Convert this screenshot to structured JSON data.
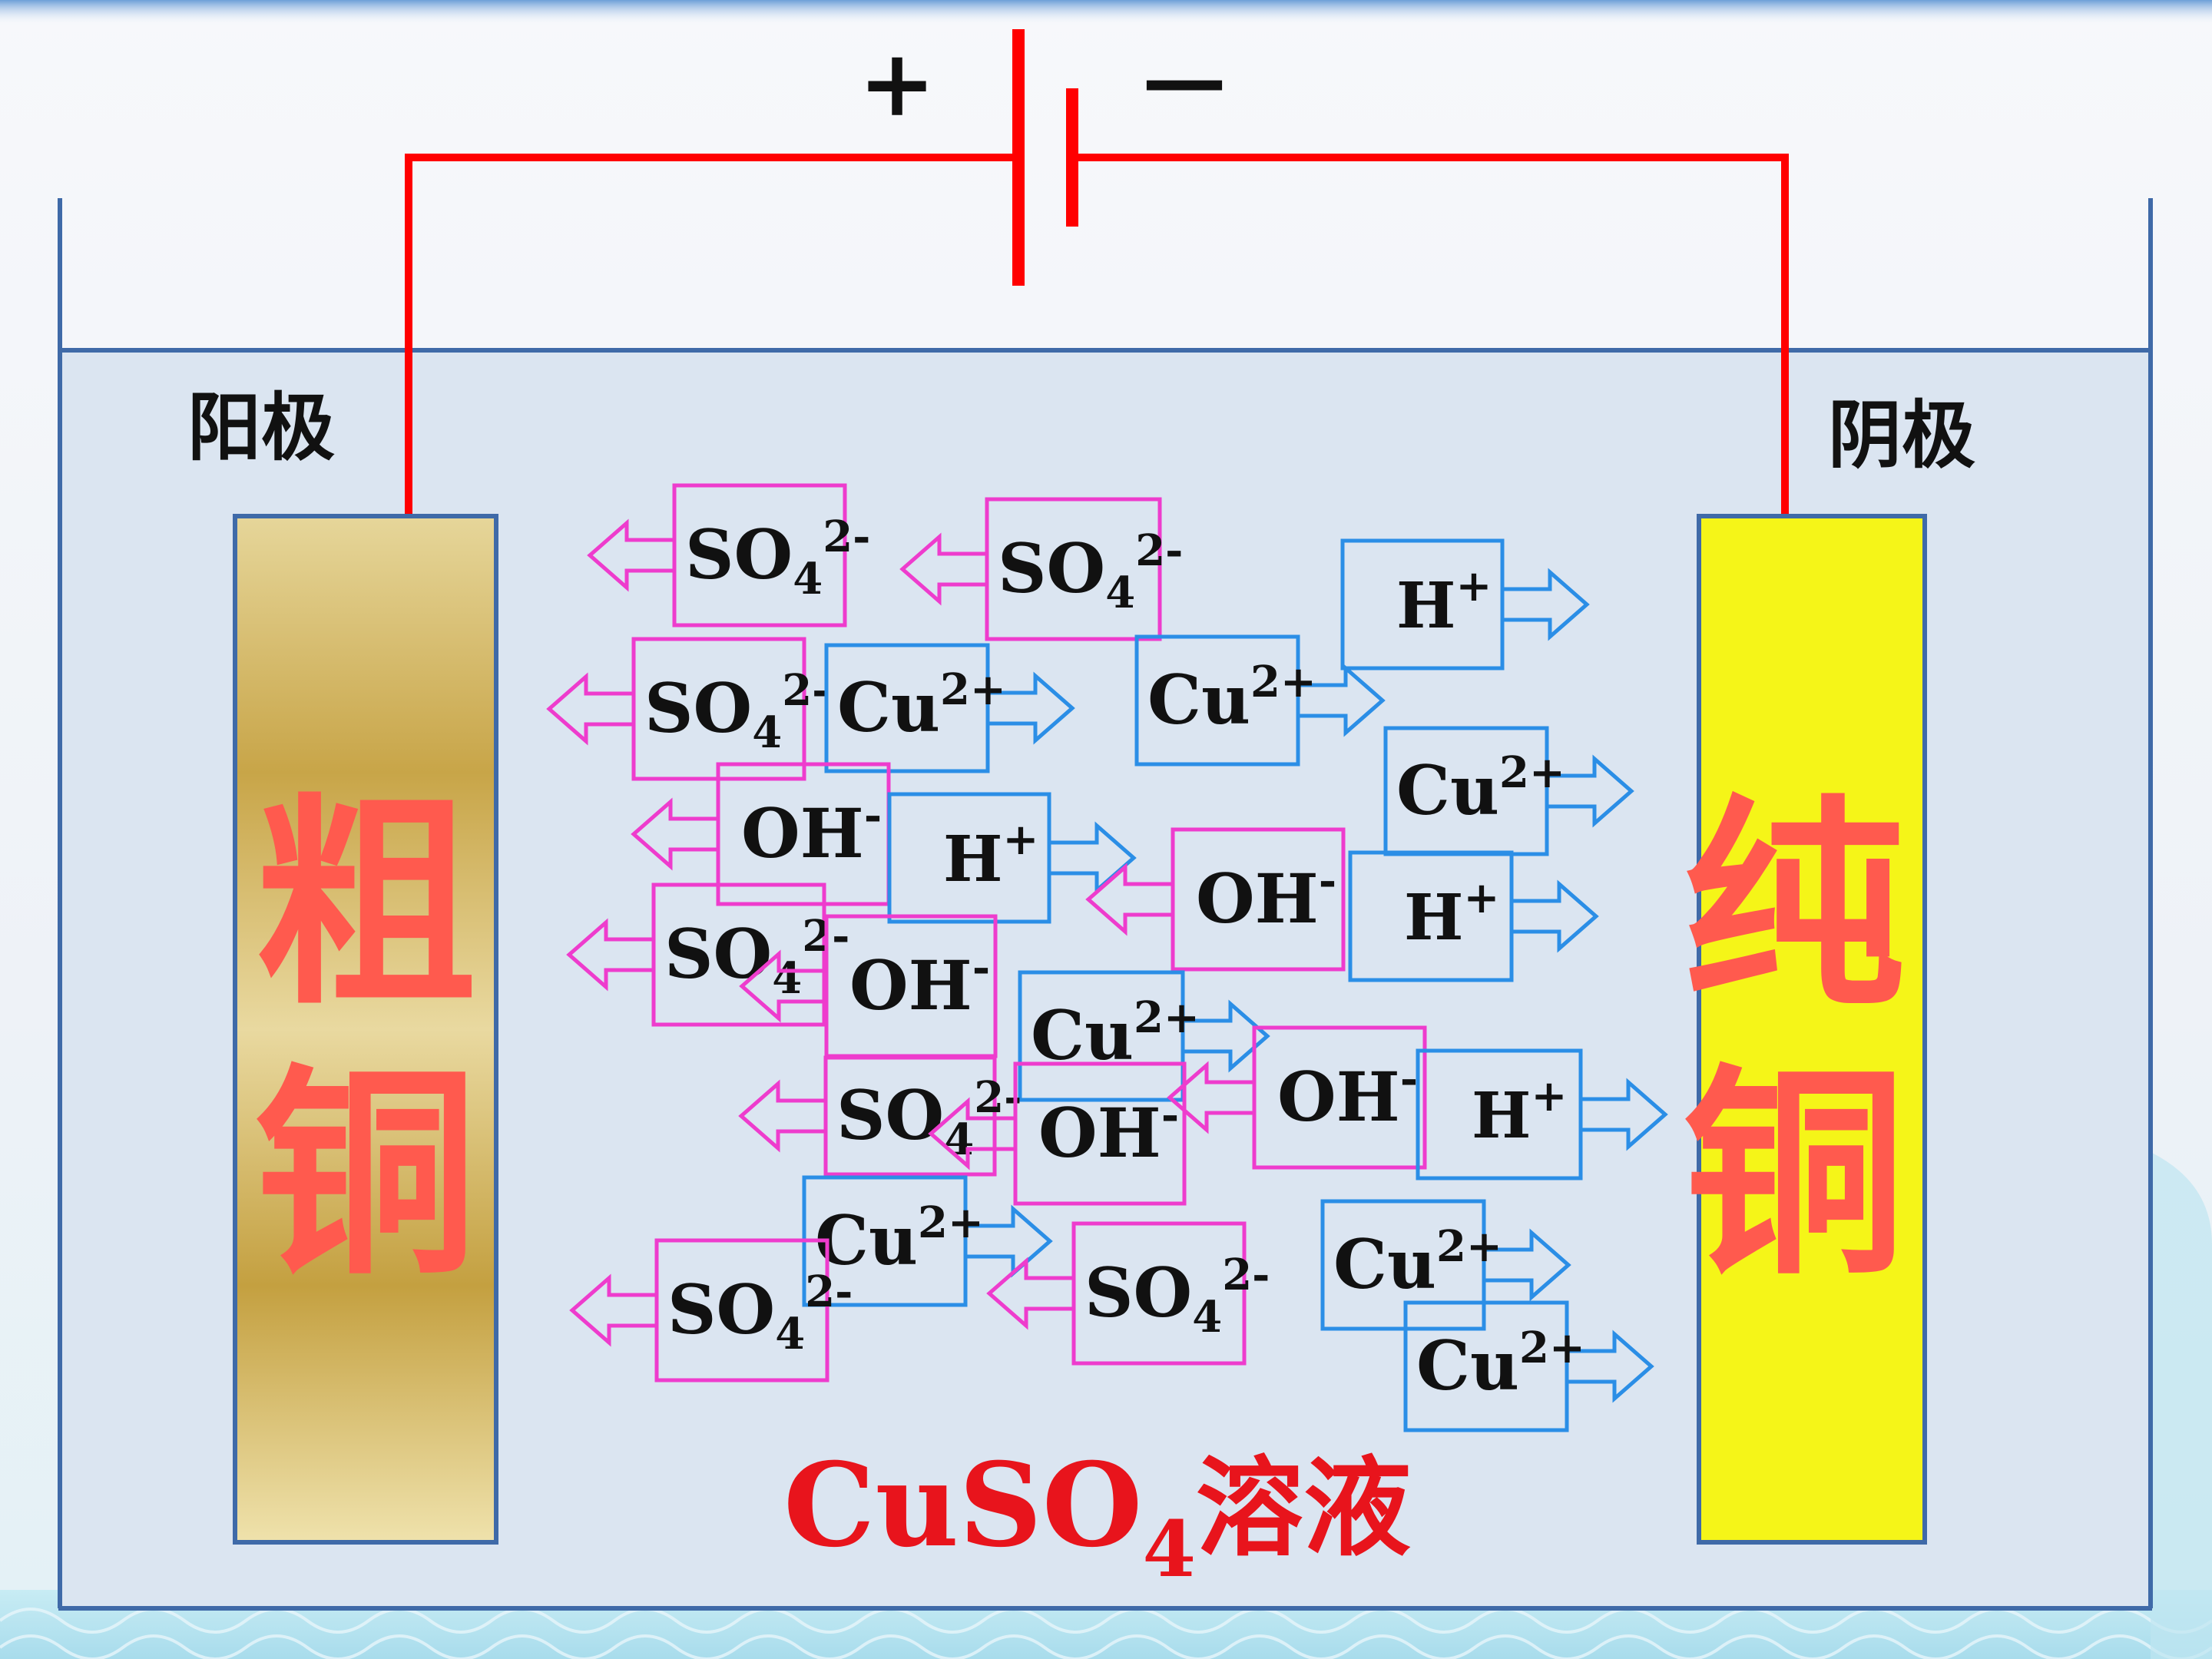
{
  "battery": {
    "positive_symbol": "+",
    "negative_symbol": "—"
  },
  "anode": {
    "label": "阳极",
    "material": [
      "粗",
      "铜"
    ]
  },
  "cathode": {
    "label": "阴极",
    "material": [
      "纯",
      "铜"
    ]
  },
  "solution": {
    "formula_main": "CuSO",
    "formula_sub": "4",
    "name": "溶液"
  },
  "ions": [
    {
      "id": "so4-1",
      "base": "SO",
      "sub": "4",
      "sup": "2-",
      "dir": "left"
    },
    {
      "id": "so4-2",
      "base": "SO",
      "sub": "4",
      "sup": "2-",
      "dir": "left"
    },
    {
      "id": "h-1",
      "base": "H",
      "sub": "",
      "sup": "+",
      "dir": "right"
    },
    {
      "id": "so4-3",
      "base": "SO",
      "sub": "4",
      "sup": "2-",
      "dir": "left"
    },
    {
      "id": "cu-1",
      "base": "Cu",
      "sub": "",
      "sup": "2+",
      "dir": "right"
    },
    {
      "id": "cu-2",
      "base": "Cu",
      "sub": "",
      "sup": "2+",
      "dir": "right"
    },
    {
      "id": "cu-3",
      "base": "Cu",
      "sub": "",
      "sup": "2+",
      "dir": "right"
    },
    {
      "id": "oh-1",
      "base": "OH",
      "sub": "",
      "sup": "-",
      "dir": "left"
    },
    {
      "id": "h-2",
      "base": "H",
      "sub": "",
      "sup": "+",
      "dir": "right"
    },
    {
      "id": "oh-2",
      "base": "OH",
      "sub": "",
      "sup": "-",
      "dir": "left"
    },
    {
      "id": "h-3",
      "base": "H",
      "sub": "",
      "sup": "+",
      "dir": "right"
    },
    {
      "id": "so4-4",
      "base": "SO",
      "sub": "4",
      "sup": "2-",
      "dir": "left"
    },
    {
      "id": "oh-3",
      "base": "OH",
      "sub": "",
      "sup": "-",
      "dir": "left"
    },
    {
      "id": "cu-4",
      "base": "Cu",
      "sub": "",
      "sup": "2+",
      "dir": "right"
    },
    {
      "id": "oh-4",
      "base": "OH",
      "sub": "",
      "sup": "-",
      "dir": "left"
    },
    {
      "id": "so4-5",
      "base": "SO",
      "sub": "4",
      "sup": "2-",
      "dir": "left"
    },
    {
      "id": "oh-5",
      "base": "OH",
      "sub": "",
      "sup": "-",
      "dir": "left"
    },
    {
      "id": "h-4",
      "base": "H",
      "sub": "",
      "sup": "+",
      "dir": "right"
    },
    {
      "id": "cu-5",
      "base": "Cu",
      "sub": "",
      "sup": "2+",
      "dir": "right"
    },
    {
      "id": "so4-6",
      "base": "SO",
      "sub": "4",
      "sup": "2-",
      "dir": "left"
    },
    {
      "id": "so4-7",
      "base": "SO",
      "sub": "4",
      "sup": "2-",
      "dir": "left"
    },
    {
      "id": "cu-6",
      "base": "Cu",
      "sub": "",
      "sup": "2+",
      "dir": "right"
    },
    {
      "id": "cu-7",
      "base": "Cu",
      "sub": "",
      "sup": "2+",
      "dir": "right"
    }
  ],
  "colors": {
    "wire": "#ff0000",
    "cation": "#2b8ee6",
    "anion": "#ee3ccd",
    "solution": "#dbe5f1",
    "tank": "#3f6aa8",
    "anode_fill": "#c9a64a",
    "cathode_fill": "#f5f518",
    "material_text": "#ff5a4e",
    "formula_text": "#e8141c"
  }
}
